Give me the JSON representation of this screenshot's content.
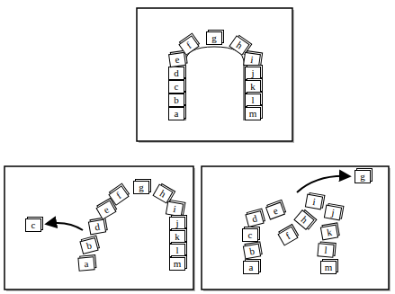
{
  "diagram": {
    "nodes": [
      {
        "text": [
          "a"
        ]
      },
      {
        "text": [
          "b"
        ]
      },
      {
        "text": [
          "c"
        ]
      },
      {
        "text": [
          "d"
        ]
      },
      {
        "text": [
          "e"
        ]
      },
      {
        "text": [
          "f"
        ]
      },
      {
        "text": [
          "g"
        ]
      },
      {
        "text": [
          "h"
        ]
      },
      {
        "text": [
          "i"
        ]
      },
      {
        "text": [
          "j"
        ]
      },
      {
        "text": [
          "k"
        ]
      },
      {
        "text": [
          "l"
        ]
      },
      {
        "text": [
          "m"
        ]
      },
      {
        "text": [
          "a"
        ]
      },
      {
        "text": [
          "b"
        ]
      },
      {
        "text": [
          "c"
        ]
      },
      {
        "text": [
          "d"
        ]
      },
      {
        "text": [
          "e"
        ]
      },
      {
        "text": [
          "f"
        ]
      },
      {
        "text": [
          "g"
        ]
      },
      {
        "text": [
          "h"
        ]
      },
      {
        "text": [
          "i"
        ]
      },
      {
        "text": [
          "j"
        ]
      },
      {
        "text": [
          "k"
        ]
      },
      {
        "text": [
          "l"
        ]
      },
      {
        "text": [
          "m"
        ]
      },
      {
        "text": [
          "a"
        ]
      },
      {
        "text": [
          "b"
        ]
      },
      {
        "text": [
          "c"
        ]
      },
      {
        "text": [
          "d"
        ]
      },
      {
        "text": [
          "e"
        ]
      },
      {
        "text": [
          "f"
        ]
      },
      {
        "text": [
          "g"
        ]
      },
      {
        "text": [
          "h"
        ]
      },
      {
        "text": [
          "i"
        ]
      },
      {
        "text": [
          "j"
        ]
      },
      {
        "text": [
          "k"
        ]
      },
      {
        "text": [
          "l"
        ]
      },
      {
        "text": [
          "m"
        ]
      }
    ]
  }
}
